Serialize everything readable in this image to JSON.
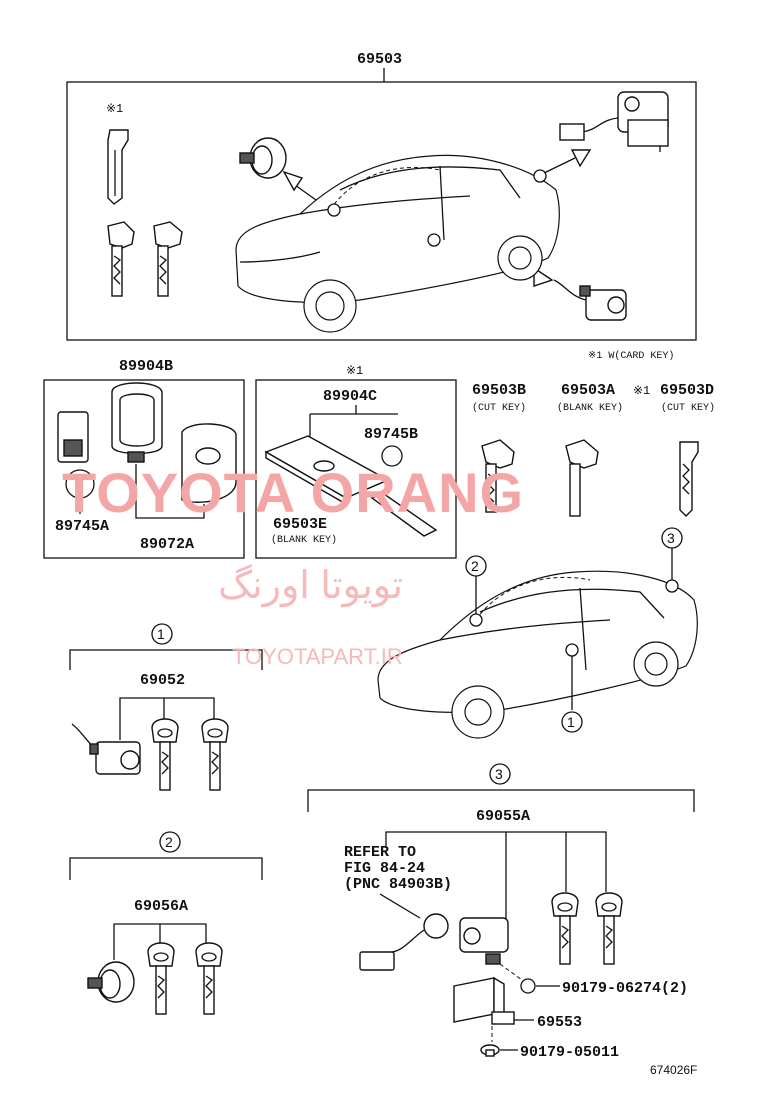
{
  "top_assembly": {
    "part_number": "69503",
    "note_mark": "※1",
    "legend": "※1 W(CARD KEY)"
  },
  "smart_key_group": {
    "part_number": "89904B",
    "battery": "89745A",
    "case": "89072A"
  },
  "card_key_group": {
    "note_mark": "※1",
    "part_number": "89904C",
    "battery": "89745B",
    "blank_key": "69503E",
    "blank_key_note": "(BLANK KEY)"
  },
  "loose_keys": [
    {
      "part_number": "69503B",
      "note": "(CUT KEY)"
    },
    {
      "part_number": "69503A",
      "note": "(BLANK KEY)",
      "mark": "※1"
    },
    {
      "part_number": "69503D",
      "note": "(CUT KEY)"
    }
  ],
  "callouts": {
    "one": "1",
    "two": "2",
    "three": "3"
  },
  "group_1": {
    "part_number": "69052"
  },
  "group_2": {
    "part_number": "69056A"
  },
  "group_3": {
    "part_number": "69055A",
    "refer_line1": "REFER TO",
    "refer_line2": "FIG 84-24",
    "refer_line3": "(PNC 84903B)",
    "bolt_upper": "90179-06274(2)",
    "bracket": "69553",
    "bolt_lower": "90179-05011"
  },
  "diagram_code": "674026F",
  "watermark": {
    "latin": "TOYOTA ORANG",
    "persian": "تویوتا اورنگ",
    "url": "TOYOTAPART.IR"
  }
}
